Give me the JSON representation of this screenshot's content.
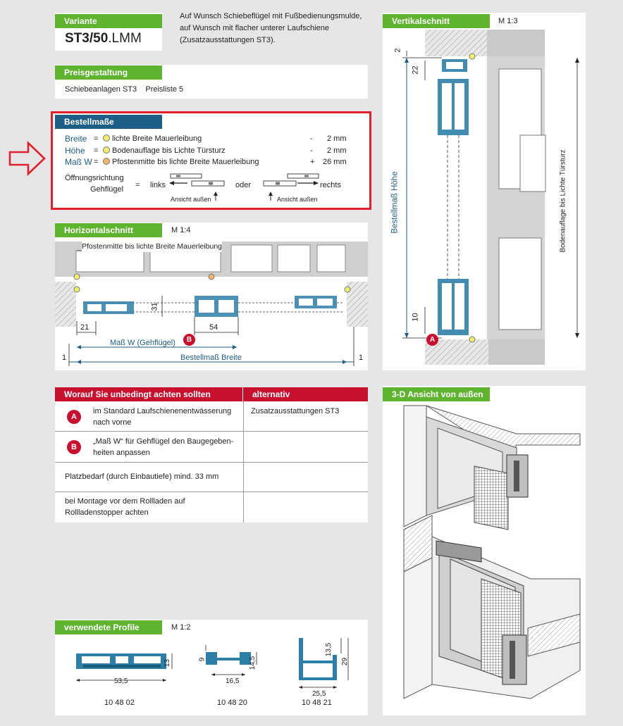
{
  "variant": {
    "header": "Variante",
    "code_bold": "ST3/50",
    "code_suffix": ".LMM",
    "desc_lines": [
      "Auf Wunsch Schiebeflügel mit Fußbedienungsmulde,",
      "auf Wunsch mit flacher unterer Laufschiene",
      "(Zusatzausstattungen ST3)."
    ]
  },
  "pricing": {
    "header": "Preisgestaltung",
    "text": "Schiebeanlagen ST3    Preisliste 5"
  },
  "order": {
    "header": "Bestellmaße",
    "rows": [
      {
        "label": "Breite",
        "eq": "=",
        "text": "lichte Breite Mauerleibung",
        "sign": "-",
        "value": "2 mm"
      },
      {
        "label": "Höhe",
        "eq": "=",
        "text": "Bodenauflage bis Lichte Türsturz",
        "sign": "-",
        "value": "2 mm"
      },
      {
        "label": "Maß W",
        "eq": "=",
        "text": "Pfostenmitte bis lichte Breite Mauerleibung",
        "sign": "+",
        "value": "26 mm"
      }
    ],
    "opening_line1": "Öffnungsrichtung",
    "opening_line2": "Gehflügel",
    "opening_eq": "=",
    "left_label": "links",
    "or_label": "oder",
    "right_label": "rechts",
    "view_left": "Ansicht außen",
    "view_right": "Ansicht außen"
  },
  "horizontal": {
    "header": "Horizontalschnitt",
    "scale": "M 1:4",
    "dim_top": "Pfostenmitte bis lichte Breite Mauerleibung",
    "dim_21": "21",
    "dim_31": "31",
    "dim_54": "54",
    "dim_w": "Maß W (Gehflügel)",
    "dim_width": "Bestellmaß Breite",
    "dim_1_left": "1",
    "dim_1_right": "1",
    "badge": "B"
  },
  "vertical": {
    "header": "Vertikalschnitt",
    "scale": "M 1:3",
    "dim_2": "2",
    "dim_22": "22",
    "dim_10": "10",
    "dim_height": "Bestellmaß Höhe",
    "dim_floor": "Bodenauflage bis Lichte Türsturz",
    "badge": "A"
  },
  "notes": {
    "header": "Worauf Sie unbedingt achten sollten",
    "alt_header": "alternativ",
    "rows": [
      {
        "badge": "A",
        "lines": [
          "im Standard Laufschienenentwässerung",
          "nach vorne"
        ],
        "alt": "Zusatzausstattungen ST3"
      },
      {
        "badge": "B",
        "lines": [
          "„Maß W“ für Gehflügel den Baugegeben-",
          "heiten anpassen"
        ],
        "alt": ""
      },
      {
        "badge": "",
        "lines": [
          "Platzbedarf (durch Einbautiefe) mind. 33 mm"
        ],
        "alt": ""
      },
      {
        "badge": "",
        "lines": [
          "bei Montage vor dem Rollladen auf",
          "Rollladenstopper achten"
        ],
        "alt": ""
      }
    ]
  },
  "view3d": {
    "header": "3-D Ansicht von außen"
  },
  "profiles": {
    "header": "verwendete Profile",
    "scale": "M 1:2",
    "items": [
      {
        "code": "10 48 02",
        "dims": [
          "13",
          "53,5"
        ]
      },
      {
        "code": "10 48 20",
        "dims": [
          "9",
          "14,5",
          "16,5"
        ]
      },
      {
        "code": "10 48 21",
        "dims": [
          "13,5",
          "29",
          "25,5"
        ]
      }
    ]
  },
  "colors": {
    "green": "#5eb42f",
    "blue": "#1d5e86",
    "red": "#c8102e",
    "profile": "#2e7fa8",
    "highlight_border": "#e0202c"
  },
  "icons": {
    "pointer": "arrow-right-outline-icon"
  }
}
